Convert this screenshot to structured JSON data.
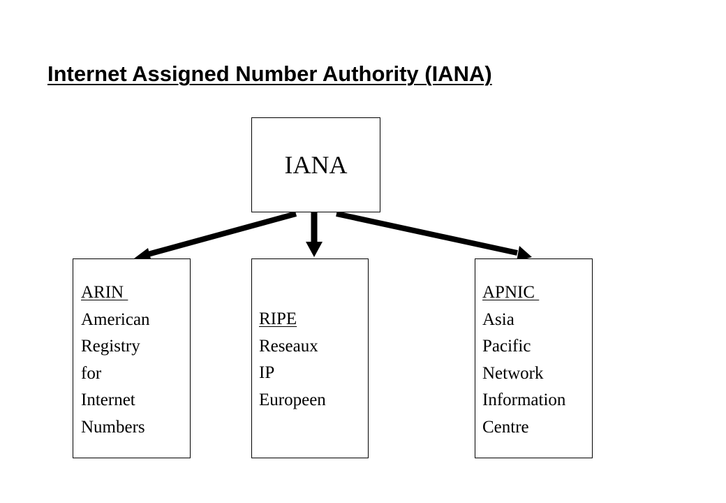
{
  "title": "Internet Assigned Number Authority (IANA)",
  "root": {
    "label": "IANA"
  },
  "registries": [
    {
      "acronym": "ARIN ",
      "lines": [
        "American",
        "Registry",
        "for",
        "Internet",
        "Numbers"
      ]
    },
    {
      "acronym": "RIPE",
      "lines": [
        "Reseaux",
        "IP",
        "Europeen"
      ]
    },
    {
      "acronym": "APNIC ",
      "lines": [
        "Asia",
        "Pacific",
        "Network",
        "Information",
        "Centre"
      ]
    }
  ]
}
